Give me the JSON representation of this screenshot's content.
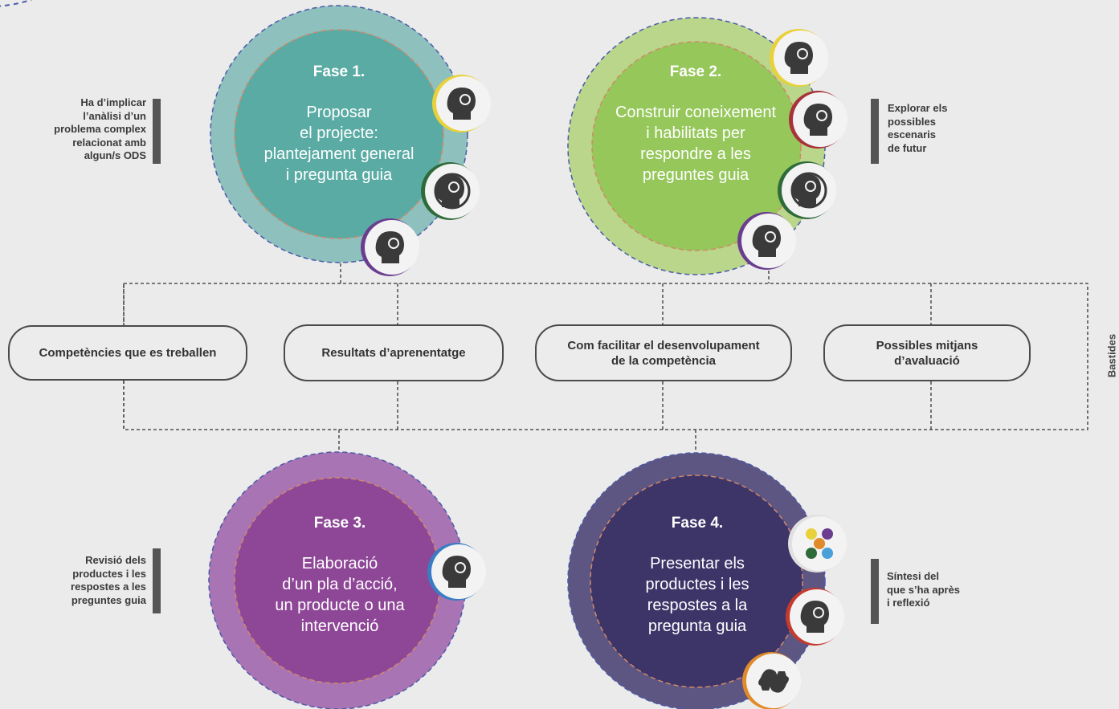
{
  "phases": [
    {
      "title": "Fase 1.",
      "text": "Proposar\nel projecte:\nplantejament general\ni pregunta guia",
      "outer": "#8ec0bd",
      "inner": "#5aaba4",
      "dash": "#d08a6a"
    },
    {
      "title": "Fase 2.",
      "text": "Construir coneixement\ni habilitats per\nrespondre a les\npreguntes guia",
      "outer": "#b9d68a",
      "inner": "#95c75a",
      "dash": "#d08a6a"
    },
    {
      "title": "Fase 3.",
      "text": "Elaboració\nd’un pla d’acció,\nun producte o una\nintervenció",
      "outer": "#a874b3",
      "inner": "#8e4797",
      "dash": "#d08a6a"
    },
    {
      "title": "Fase 4.",
      "text": "Presentar els\nproductes i les\nrespostes a la\npregunta guia",
      "outer": "#5e5682",
      "inner": "#3d3468",
      "dash": "#d08a6a"
    }
  ],
  "notes": {
    "fase1": "Ha d’implicar\nl’anàlisi d’un\nproblema complex\nrelacionat amb\nalgun/s ODS",
    "fase2": "Explorar els\npossibles\nescenaris\nde futur",
    "fase3": "Revisió dels\nproductes i les\nrespostes a les\npreguntes guia",
    "fase4": "Síntesi del\nque s’ha après\ni reflexió"
  },
  "scaffolds": [
    "Competències que es treballen",
    "Resultats d’aprenentatge",
    "Com facilitar el desenvolupament\nde la competència",
    "Possibles mitjans\nd’avaluació"
  ],
  "side_label": "Bastides",
  "icons": [
    {
      "name": "creative-thinking-icon",
      "ring": "#e8d13a"
    },
    {
      "name": "reflection-cycle-icon",
      "ring": "#2f6b3a"
    },
    {
      "name": "systems-thinking-icon",
      "ring": "#6a3d8f"
    },
    {
      "name": "question-thinking-icon",
      "ring": "#a8323a"
    },
    {
      "name": "collaboration-icon",
      "ring": "#e08a2a"
    },
    {
      "name": "sharing-heart-icon",
      "ring": "#c43a2e"
    },
    {
      "name": "grid-thinking-icon",
      "ring": "#3a7cc4"
    },
    {
      "name": "color-dots-icon",
      "ring": "#e0e0e0"
    }
  ],
  "colors": {
    "note_bar": "#555555",
    "line": "#333333",
    "ring_blue": "#4a5aa8"
  }
}
